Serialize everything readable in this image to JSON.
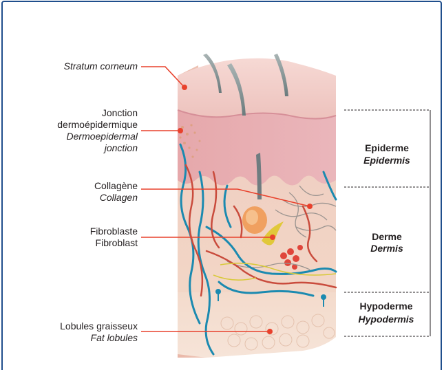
{
  "labels": {
    "stratum_corneum": "Stratum corneum",
    "jonction_fr_1": "Jonction",
    "jonction_fr_2": "dermoépidermique",
    "jonction_en_1": "Dermoepidermal",
    "jonction_en_2": "jonction",
    "collagene_fr": "Collagène",
    "collagen_en": "Collagen",
    "fibroblaste_fr": "Fibroblaste",
    "fibroblast_en": "Fibroblast",
    "lobules_fr": "Lobules graisseux",
    "lobules_en": "Fat lobules"
  },
  "layers": {
    "epiderme_fr": "Epiderme",
    "epidermis_en": "Epidermis",
    "derme_fr": "Derme",
    "dermis_en": "Dermis",
    "hypoderme_fr": "Hypoderme",
    "hypodermis_en": "Hypodermis"
  },
  "colors": {
    "frame": "#1f4e8c",
    "leader_line": "#e8412c",
    "dashed_divider": "#231f20"
  }
}
